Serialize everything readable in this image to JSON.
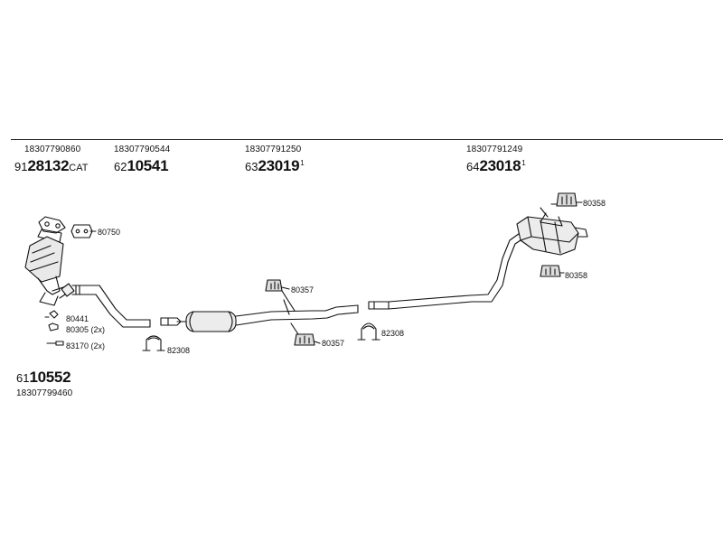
{
  "parts_top": [
    {
      "ref": "18307790860",
      "prefix": "91",
      "main": "28132",
      "suffix": "CAT",
      "sup": ""
    },
    {
      "ref": "18307790544",
      "prefix": "62",
      "main": "10541",
      "suffix": "",
      "sup": ""
    },
    {
      "ref": "18307791250",
      "prefix": "63",
      "main": "23019",
      "suffix": "",
      "sup": "1"
    },
    {
      "ref": "18307791249",
      "prefix": "64",
      "main": "23018",
      "suffix": "",
      "sup": "1"
    }
  ],
  "part_bottom": {
    "ref": "18307799460",
    "prefix": "61",
    "main": "10552"
  },
  "labels": {
    "gasket_80750": "80750",
    "bracket_80357_top": "80357",
    "bracket_80357_bottom": "80357",
    "bracket_80358_top": "80358",
    "bracket_80358_bottom": "80358",
    "clamp_82308_left": "82308",
    "clamp_82308_right": "82308",
    "kit_80441": "80441",
    "kit_80305": "80305 (2x)",
    "kit_83170": "83170 (2x)"
  }
}
